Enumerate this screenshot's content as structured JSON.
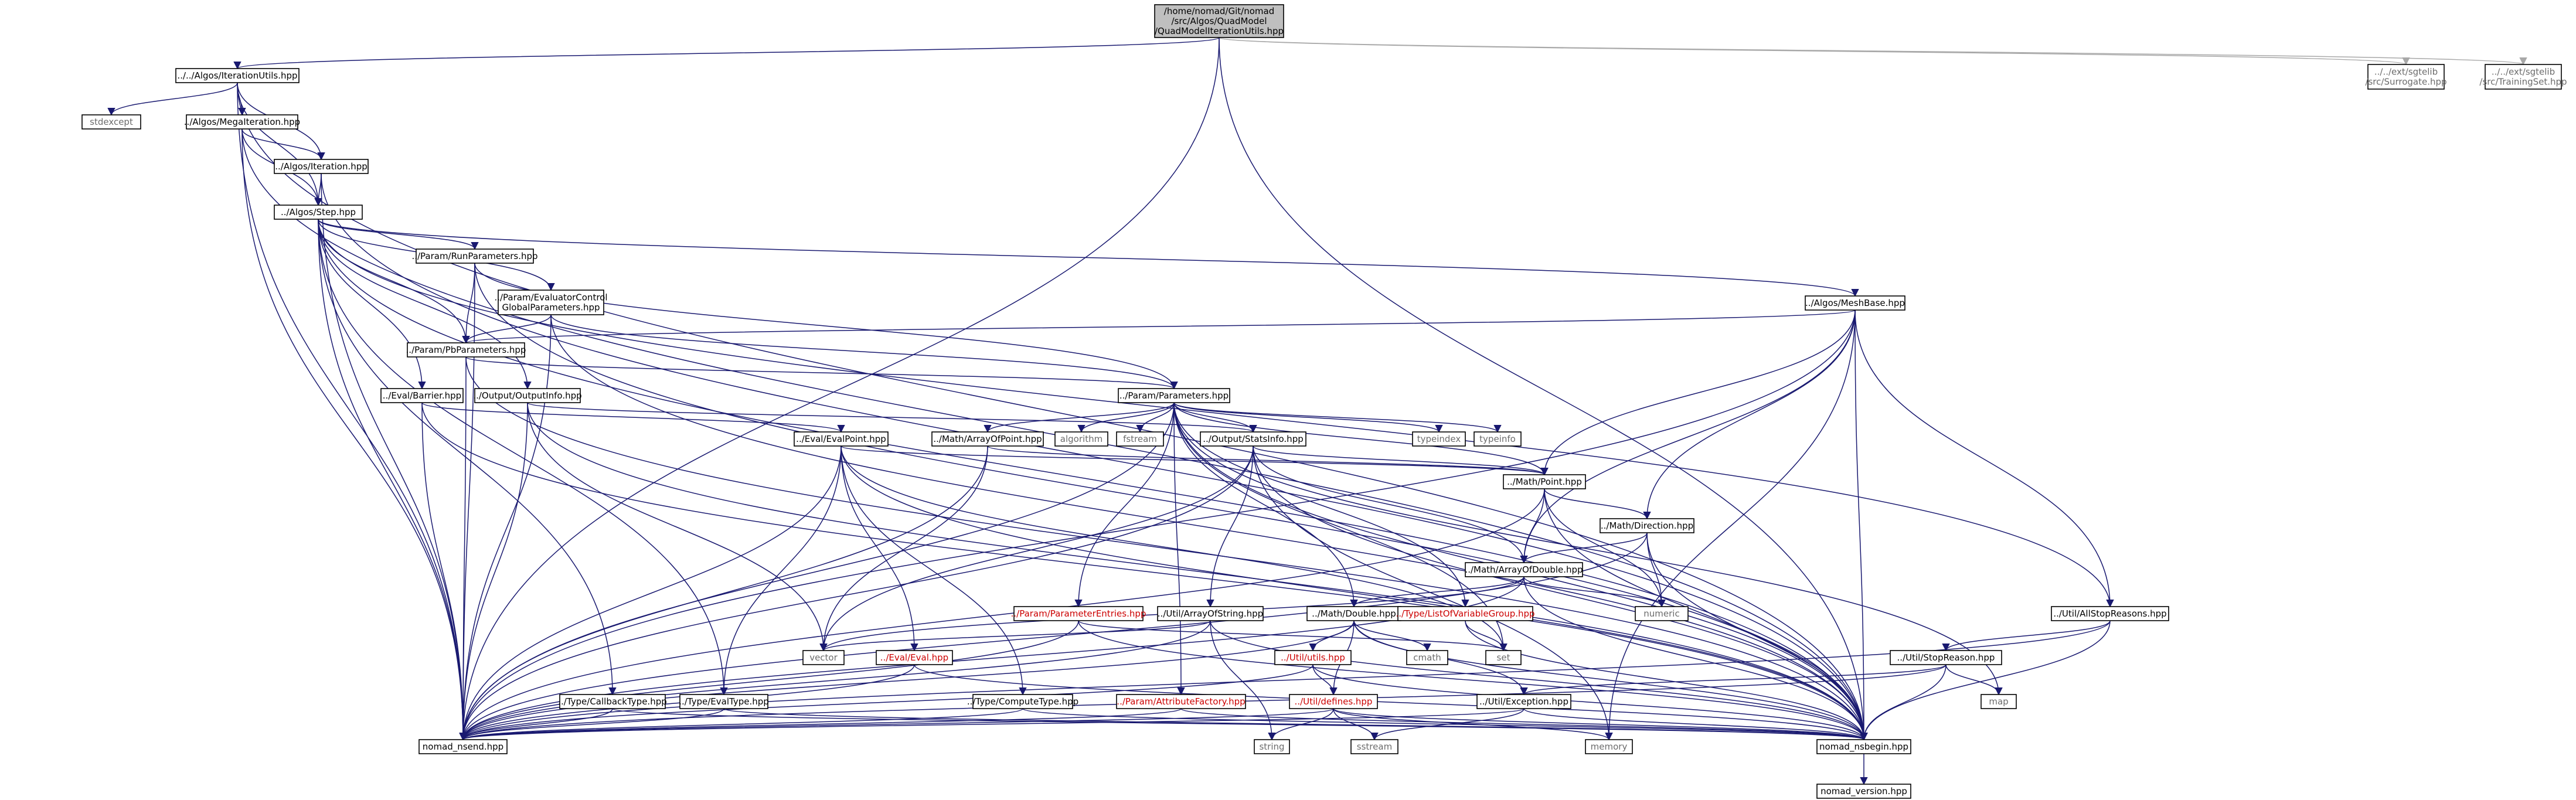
{
  "nodes": [
    {
      "id": "root",
      "label": [
        "/home/nomad/Git/nomad",
        "/src/Algos/QuadModel",
        "/QuadModelIterationUtils.hpp"
      ],
      "style": "root"
    },
    {
      "id": "sgsurr",
      "label": [
        "../../ext/sgtelib",
        "/src/Surrogate.hpp"
      ],
      "style": "grey"
    },
    {
      "id": "sgtrain",
      "label": [
        "../../ext/sgtelib",
        "/src/TrainingSet.hpp"
      ],
      "style": "grey"
    },
    {
      "id": "iterutils",
      "label": [
        "../../Algos/IterationUtils.hpp"
      ],
      "style": "plain"
    },
    {
      "id": "stdexcept",
      "label": [
        "stdexcept"
      ],
      "style": "grey"
    },
    {
      "id": "megaiter",
      "label": [
        "../Algos/MegaIteration.hpp"
      ],
      "style": "plain"
    },
    {
      "id": "iteration",
      "label": [
        "../Algos/Iteration.hpp"
      ],
      "style": "plain"
    },
    {
      "id": "step",
      "label": [
        "../Algos/Step.hpp"
      ],
      "style": "plain"
    },
    {
      "id": "runparams",
      "label": [
        "../Param/RunParameters.hpp"
      ],
      "style": "plain"
    },
    {
      "id": "evalctl",
      "label": [
        "../Param/EvaluatorControl",
        "GlobalParameters.hpp"
      ],
      "style": "plain"
    },
    {
      "id": "meshbase",
      "label": [
        "../Algos/MeshBase.hpp"
      ],
      "style": "plain"
    },
    {
      "id": "pbparams",
      "label": [
        "../Param/PbParameters.hpp"
      ],
      "style": "plain"
    },
    {
      "id": "params",
      "label": [
        "../Param/Parameters.hpp"
      ],
      "style": "plain"
    },
    {
      "id": "barrier",
      "label": [
        "../Eval/Barrier.hpp"
      ],
      "style": "plain"
    },
    {
      "id": "outputinfo",
      "label": [
        "../Output/OutputInfo.hpp"
      ],
      "style": "plain"
    },
    {
      "id": "evalpoint",
      "label": [
        "../Eval/EvalPoint.hpp"
      ],
      "style": "plain"
    },
    {
      "id": "arrofpoint",
      "label": [
        "../Math/ArrayOfPoint.hpp"
      ],
      "style": "plain"
    },
    {
      "id": "algorithm",
      "label": [
        "algorithm"
      ],
      "style": "grey"
    },
    {
      "id": "fstream",
      "label": [
        "fstream"
      ],
      "style": "grey"
    },
    {
      "id": "statsinfo",
      "label": [
        "../Output/StatsInfo.hpp"
      ],
      "style": "plain"
    },
    {
      "id": "typeindex",
      "label": [
        "typeindex"
      ],
      "style": "grey"
    },
    {
      "id": "typeinfo",
      "label": [
        "typeinfo"
      ],
      "style": "grey"
    },
    {
      "id": "point",
      "label": [
        "../Math/Point.hpp"
      ],
      "style": "plain"
    },
    {
      "id": "direction",
      "label": [
        "../Math/Direction.hpp"
      ],
      "style": "plain"
    },
    {
      "id": "arrofdouble",
      "label": [
        "../Math/ArrayOfDouble.hpp"
      ],
      "style": "plain"
    },
    {
      "id": "numeric",
      "label": [
        "numeric"
      ],
      "style": "grey"
    },
    {
      "id": "allstop",
      "label": [
        "../Util/AllStopReasons.hpp"
      ],
      "style": "plain"
    },
    {
      "id": "paramentries",
      "label": [
        "../Param/ParameterEntries.hpp"
      ],
      "style": "red"
    },
    {
      "id": "arrofstring",
      "label": [
        "../Util/ArrayOfString.hpp"
      ],
      "style": "plain"
    },
    {
      "id": "double",
      "label": [
        "../Math/Double.hpp"
      ],
      "style": "plain"
    },
    {
      "id": "listofvar",
      "label": [
        "../Type/ListOfVariableGroup.hpp"
      ],
      "style": "red"
    },
    {
      "id": "vector",
      "label": [
        "vector"
      ],
      "style": "grey"
    },
    {
      "id": "utils",
      "label": [
        "../Util/utils.hpp"
      ],
      "style": "red"
    },
    {
      "id": "cmath",
      "label": [
        "cmath"
      ],
      "style": "grey"
    },
    {
      "id": "set",
      "label": [
        "set"
      ],
      "style": "grey"
    },
    {
      "id": "stopreason",
      "label": [
        "../Util/StopReason.hpp"
      ],
      "style": "plain"
    },
    {
      "id": "eval",
      "label": [
        "../Eval/Eval.hpp"
      ],
      "style": "red"
    },
    {
      "id": "callback",
      "label": [
        "../Type/CallbackType.hpp"
      ],
      "style": "plain"
    },
    {
      "id": "evaltype",
      "label": [
        "../Type/EvalType.hpp"
      ],
      "style": "plain"
    },
    {
      "id": "computetype",
      "label": [
        "../Type/ComputeType.hpp"
      ],
      "style": "plain"
    },
    {
      "id": "attrfactory",
      "label": [
        "../Param/AttributeFactory.hpp"
      ],
      "style": "red"
    },
    {
      "id": "defines",
      "label": [
        "../Util/defines.hpp"
      ],
      "style": "red"
    },
    {
      "id": "exception",
      "label": [
        "../Util/Exception.hpp"
      ],
      "style": "plain"
    },
    {
      "id": "map",
      "label": [
        "map"
      ],
      "style": "grey"
    },
    {
      "id": "nsend",
      "label": [
        "nomad_nsend.hpp"
      ],
      "style": "plain"
    },
    {
      "id": "nsbegin",
      "label": [
        "nomad_nsbegin.hpp"
      ],
      "style": "plain"
    },
    {
      "id": "string",
      "label": [
        "string"
      ],
      "style": "grey"
    },
    {
      "id": "sstream",
      "label": [
        "sstream"
      ],
      "style": "grey"
    },
    {
      "id": "memory",
      "label": [
        "memory"
      ],
      "style": "grey"
    },
    {
      "id": "version",
      "label": [
        "nomad_version.hpp"
      ],
      "style": "plain"
    }
  ],
  "edges": [
    [
      "root",
      "iterutils"
    ],
    [
      "root",
      "sgsurr"
    ],
    [
      "root",
      "sgtrain"
    ],
    [
      "root",
      "nsbegin"
    ],
    [
      "root",
      "nsend"
    ],
    [
      "iterutils",
      "stdexcept"
    ],
    [
      "iterutils",
      "megaiter"
    ],
    [
      "iterutils",
      "iteration"
    ],
    [
      "iterutils",
      "step"
    ],
    [
      "iterutils",
      "nsend"
    ],
    [
      "iterutils",
      "nsbegin"
    ],
    [
      "megaiter",
      "iteration"
    ],
    [
      "megaiter",
      "step"
    ],
    [
      "megaiter",
      "nsend"
    ],
    [
      "megaiter",
      "nsbegin"
    ],
    [
      "iteration",
      "step"
    ],
    [
      "iteration",
      "nsend"
    ],
    [
      "iteration",
      "nsbegin"
    ],
    [
      "step",
      "runparams"
    ],
    [
      "step",
      "evalctl"
    ],
    [
      "step",
      "meshbase"
    ],
    [
      "step",
      "pbparams"
    ],
    [
      "step",
      "barrier"
    ],
    [
      "step",
      "outputinfo"
    ],
    [
      "step",
      "evaltype"
    ],
    [
      "step",
      "callback"
    ],
    [
      "step",
      "allstop"
    ],
    [
      "step",
      "nsend"
    ],
    [
      "step",
      "nsbegin"
    ],
    [
      "runparams",
      "pbparams"
    ],
    [
      "runparams",
      "params"
    ],
    [
      "runparams",
      "nsend"
    ],
    [
      "runparams",
      "nsbegin"
    ],
    [
      "evalctl",
      "pbparams"
    ],
    [
      "evalctl",
      "params"
    ],
    [
      "evalctl",
      "nsend"
    ],
    [
      "evalctl",
      "nsbegin"
    ],
    [
      "meshbase",
      "pbparams"
    ],
    [
      "meshbase",
      "point"
    ],
    [
      "meshbase",
      "direction"
    ],
    [
      "meshbase",
      "arrofdouble"
    ],
    [
      "meshbase",
      "allstop"
    ],
    [
      "meshbase",
      "memory"
    ],
    [
      "meshbase",
      "nsend"
    ],
    [
      "meshbase",
      "nsbegin"
    ],
    [
      "pbparams",
      "params"
    ],
    [
      "pbparams",
      "nsend"
    ],
    [
      "pbparams",
      "nsbegin"
    ],
    [
      "params",
      "arrofpoint"
    ],
    [
      "params",
      "algorithm"
    ],
    [
      "params",
      "fstream"
    ],
    [
      "params",
      "statsinfo"
    ],
    [
      "params",
      "typeindex"
    ],
    [
      "params",
      "typeinfo"
    ],
    [
      "params",
      "point"
    ],
    [
      "params",
      "paramentries"
    ],
    [
      "params",
      "attrfactory"
    ],
    [
      "params",
      "double"
    ],
    [
      "params",
      "listofvar"
    ],
    [
      "params",
      "set"
    ],
    [
      "params",
      "map"
    ],
    [
      "params",
      "nsend"
    ],
    [
      "params",
      "nsbegin"
    ],
    [
      "barrier",
      "evalpoint"
    ],
    [
      "barrier",
      "nsend"
    ],
    [
      "barrier",
      "nsbegin"
    ],
    [
      "outputinfo",
      "statsinfo"
    ],
    [
      "outputinfo",
      "vector"
    ],
    [
      "outputinfo",
      "nsend"
    ],
    [
      "outputinfo",
      "nsbegin"
    ],
    [
      "evalpoint",
      "eval"
    ],
    [
      "evalpoint",
      "evaltype"
    ],
    [
      "evalpoint",
      "computetype"
    ],
    [
      "evalpoint",
      "point"
    ],
    [
      "evalpoint",
      "set"
    ],
    [
      "evalpoint",
      "nsend"
    ],
    [
      "evalpoint",
      "nsbegin"
    ],
    [
      "arrofpoint",
      "point"
    ],
    [
      "arrofpoint",
      "vector"
    ],
    [
      "arrofpoint",
      "nsend"
    ],
    [
      "statsinfo",
      "arrofstring"
    ],
    [
      "statsinfo",
      "point"
    ],
    [
      "statsinfo",
      "arrofdouble"
    ],
    [
      "statsinfo",
      "vector"
    ],
    [
      "statsinfo",
      "memory"
    ],
    [
      "statsinfo",
      "nsend"
    ],
    [
      "statsinfo",
      "nsbegin"
    ],
    [
      "point",
      "direction"
    ],
    [
      "point",
      "arrofdouble"
    ],
    [
      "point",
      "numeric"
    ],
    [
      "point",
      "nsend"
    ],
    [
      "point",
      "nsbegin"
    ],
    [
      "direction",
      "arrofdouble"
    ],
    [
      "direction",
      "numeric"
    ],
    [
      "direction",
      "nsend"
    ],
    [
      "direction",
      "nsbegin"
    ],
    [
      "arrofdouble",
      "double"
    ],
    [
      "arrofdouble",
      "vector"
    ],
    [
      "arrofdouble",
      "numeric"
    ],
    [
      "arrofdouble",
      "nsend"
    ],
    [
      "arrofdouble",
      "nsbegin"
    ],
    [
      "allstop",
      "stopreason"
    ],
    [
      "allstop",
      "nsend"
    ],
    [
      "allstop",
      "nsbegin"
    ],
    [
      "paramentries",
      "set"
    ],
    [
      "paramentries",
      "nsend"
    ],
    [
      "paramentries",
      "nsbegin"
    ],
    [
      "arrofstring",
      "vector"
    ],
    [
      "arrofstring",
      "string"
    ],
    [
      "arrofstring",
      "nsend"
    ],
    [
      "arrofstring",
      "nsbegin"
    ],
    [
      "double",
      "utils"
    ],
    [
      "double",
      "defines"
    ],
    [
      "double",
      "exception"
    ],
    [
      "double",
      "cmath"
    ],
    [
      "double",
      "nsend"
    ],
    [
      "double",
      "nsbegin"
    ],
    [
      "listofvar",
      "set"
    ],
    [
      "listofvar",
      "nsbegin"
    ],
    [
      "utils",
      "defines"
    ],
    [
      "utils",
      "nsend"
    ],
    [
      "utils",
      "nsbegin"
    ],
    [
      "stopreason",
      "map"
    ],
    [
      "stopreason",
      "exception"
    ],
    [
      "stopreason",
      "nsend"
    ],
    [
      "stopreason",
      "nsbegin"
    ],
    [
      "eval",
      "nsend"
    ],
    [
      "eval",
      "nsbegin"
    ],
    [
      "callback",
      "nsend"
    ],
    [
      "callback",
      "nsbegin"
    ],
    [
      "evaltype",
      "nsend"
    ],
    [
      "evaltype",
      "nsbegin"
    ],
    [
      "computetype",
      "nsend"
    ],
    [
      "computetype",
      "nsbegin"
    ],
    [
      "attrfactory",
      "nsend"
    ],
    [
      "attrfactory",
      "nsbegin"
    ],
    [
      "defines",
      "string"
    ],
    [
      "defines",
      "sstream"
    ],
    [
      "defines",
      "memory"
    ],
    [
      "defines",
      "nsend"
    ],
    [
      "defines",
      "nsbegin"
    ],
    [
      "exception",
      "sstream"
    ],
    [
      "exception",
      "nsend"
    ],
    [
      "exception",
      "nsbegin"
    ],
    [
      "nsbegin",
      "version"
    ]
  ]
}
